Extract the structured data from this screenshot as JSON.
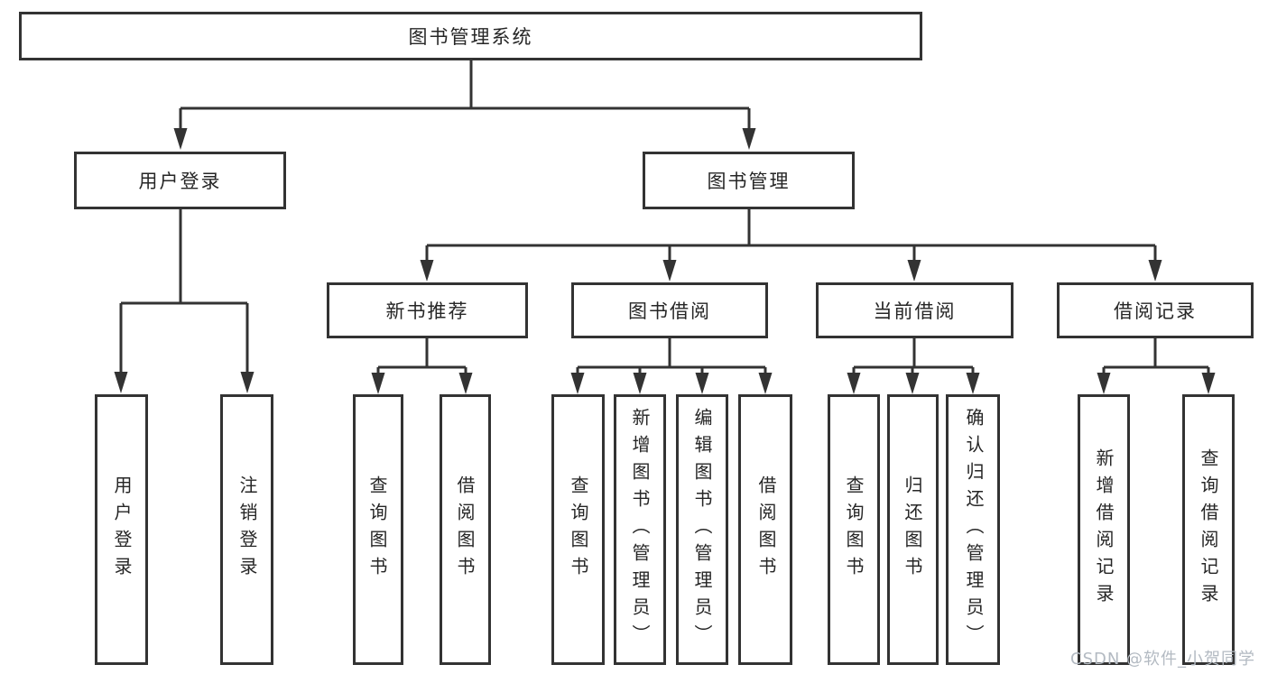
{
  "tree": {
    "label": "图书管理系统",
    "children": [
      {
        "label": "用户登录",
        "children": [
          {
            "label": "用户登录"
          },
          {
            "label": "注销登录"
          }
        ]
      },
      {
        "label": "图书管理",
        "children": [
          {
            "label": "新书推荐",
            "children": [
              {
                "label": "查询图书"
              },
              {
                "label": "借阅图书"
              }
            ]
          },
          {
            "label": "图书借阅",
            "children": [
              {
                "label": "查询图书"
              },
              {
                "label": "新增图书（管理员）"
              },
              {
                "label": "编辑图书（管理员）"
              },
              {
                "label": "借阅图书"
              }
            ]
          },
          {
            "label": "当前借阅",
            "children": [
              {
                "label": "查询图书"
              },
              {
                "label": "归还图书"
              },
              {
                "label": "确认归还（管理员）"
              }
            ]
          },
          {
            "label": "借阅记录",
            "children": [
              {
                "label": "新增借阅记录"
              },
              {
                "label": "查询借阅记录"
              }
            ]
          }
        ]
      }
    ]
  },
  "watermark": {
    "text": "CSDN @软件_小贺同学"
  },
  "colors": {
    "line": "#333333",
    "text": "#262626",
    "watermark_text": "#b3bac2",
    "background": "#ffffff"
  }
}
